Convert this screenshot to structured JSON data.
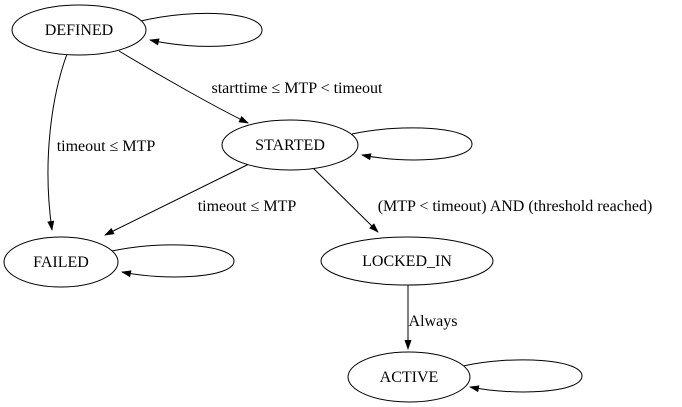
{
  "diagram": {
    "type": "state-machine-graph",
    "colors": {
      "background": "#ffffff",
      "line": "#000000",
      "text": "#000000"
    },
    "nodes": [
      {
        "id": "DEFINED",
        "label": "DEFINED",
        "shape": "ellipse",
        "self_loop": true
      },
      {
        "id": "STARTED",
        "label": "STARTED",
        "shape": "ellipse",
        "self_loop": true
      },
      {
        "id": "FAILED",
        "label": "FAILED",
        "shape": "ellipse",
        "self_loop": true
      },
      {
        "id": "LOCKED_IN",
        "label": "LOCKED_IN",
        "shape": "ellipse",
        "self_loop": false
      },
      {
        "id": "ACTIVE",
        "label": "ACTIVE",
        "shape": "ellipse",
        "self_loop": true
      }
    ],
    "edges": [
      {
        "from": "DEFINED",
        "to": "STARTED",
        "label": "starttime ≤ MTP < timeout"
      },
      {
        "from": "DEFINED",
        "to": "FAILED",
        "label": "timeout ≤ MTP"
      },
      {
        "from": "STARTED",
        "to": "FAILED",
        "label": "timeout ≤ MTP"
      },
      {
        "from": "STARTED",
        "to": "LOCKED_IN",
        "label": "(MTP < timeout) AND (threshold reached)"
      },
      {
        "from": "LOCKED_IN",
        "to": "ACTIVE",
        "label": "Always"
      }
    ]
  }
}
